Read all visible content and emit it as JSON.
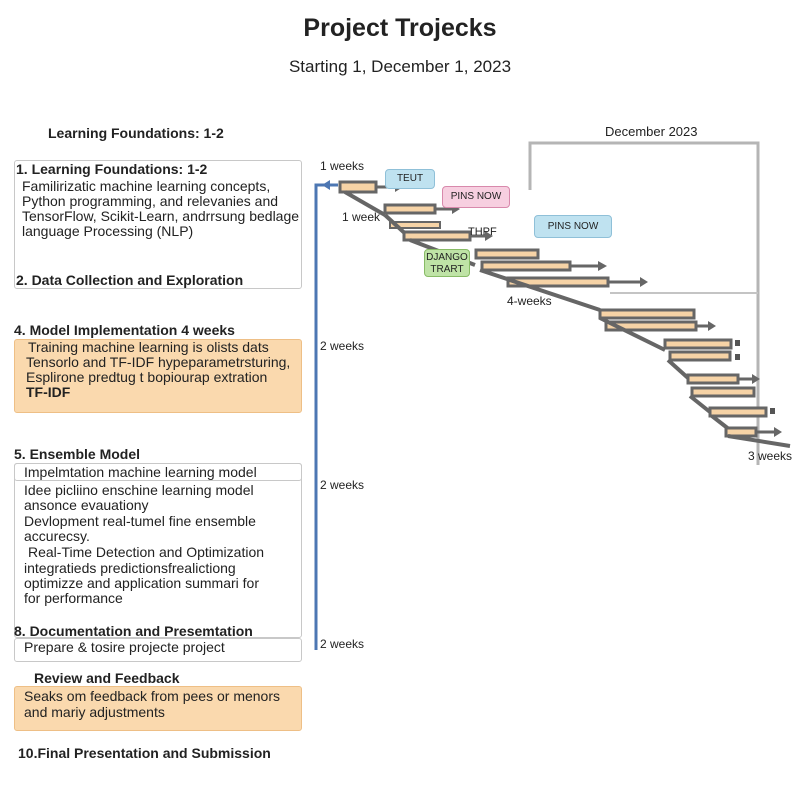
{
  "header": {
    "title": "Project Trojecks",
    "subtitle": "Starting 1, December 1, 2023"
  },
  "top_heading": "Learning Foundations: 1-2",
  "panels": {
    "p1": {
      "heading": "1. Learning Foundations: 1-2",
      "lines": [
        "Familirizatic  machine learning concepts,",
        "Python programming, and relevanies and",
        "TensorFlow, Scikit-Learn, andrrsung bedlage",
        "language Processing (NLP)"
      ],
      "footer": "2. Data Collection and Exploration"
    },
    "p2": {
      "heading": "4. Model Implementation 4 weeks",
      "lines": [
        "Training machine learning is olists dats",
        "Tensorlo and TF-IDF hypeparametrsturing,",
        "Esplirone predtug t bopiourap extration",
        "TF-IDF"
      ]
    },
    "p3": {
      "heading": "5. Ensemble Model",
      "lines": [
        "Impelmtation machine learning model",
        "Idee picliino enschine learning model",
        "ansonce evauationy",
        "Devlopment real-tumel fine ensemble",
        "accurecsy."
      ],
      "subheading": "Real-Time Detection and Optimization",
      "sublines": [
        "integratieds predictionsfrealictiong",
        "optimizze and application summari for",
        "for performance"
      ]
    },
    "p4": {
      "heading": "8. Documentation and Presemtation",
      "lines": [
        "Prepare & tosire projecte project"
      ]
    },
    "p5": {
      "heading": "Review and Feedback",
      "lines": [
        "Seaks om feedback from pees or menors",
        "and mariy adjustments"
      ]
    },
    "final": "10.Final Presentation and Submission"
  },
  "timeline": {
    "month_label": "December 2023",
    "durations": {
      "d1": "1 weeks",
      "d2": "1 week",
      "d3": "2 weeks",
      "d4": "4-weeks",
      "d5": "2 weeks",
      "d6": "2 weeks",
      "d7": "3 weeks"
    },
    "badges": {
      "teut": "TEUT",
      "pins1": "PINS NOW",
      "pins2": "PINS NOW",
      "django_line1": "DJANGO",
      "django_line2": "TRART",
      "thpf": "THPF"
    }
  },
  "colors": {
    "axis_blue": "#4d77b3",
    "connector_gray": "#666666",
    "bar_fill": "#f6d3a6",
    "panel_orange": "#fad9ae",
    "badge_blue": "#bfe2f0",
    "badge_pink": "#f7cfe0",
    "badge_green": "#bfe3a6"
  }
}
